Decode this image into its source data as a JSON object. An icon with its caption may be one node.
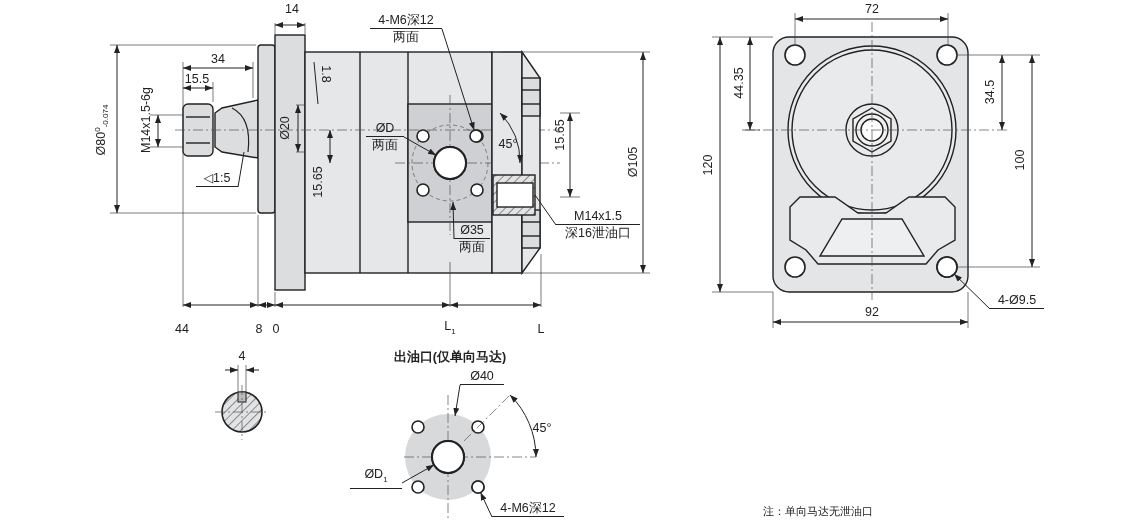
{
  "diagram": {
    "nodes": [
      {
        "text": [
          "4-M6深12",
          "两面"
        ]
      },
      {
        "text": [
          "ØD",
          "两面"
        ]
      },
      {
        "text": [
          "Ø35",
          "两面"
        ]
      },
      {
        "text": [
          "M14x1.5",
          "深16泄油口"
        ]
      },
      {
        "text": [
          "4-Ø9.5"
        ]
      },
      {
        "text": [
          "◁1:5"
        ]
      },
      {
        "text": [
          "Ø40"
        ]
      },
      {
        "text": [
          "ØD$_{1}$"
        ]
      },
      {
        "text": [
          "4-M6深12"
        ]
      },
      {
        "text": [],
        "shape": "circle"
      },
      {
        "text": [],
        "shape": "circle"
      },
      {
        "text": [],
        "shape": "circle"
      },
      {
        "text": [],
        "shape": "circle"
      },
      {
        "text": [],
        "shape": "circle"
      },
      {
        "text": [],
        "shape": "box"
      }
    ],
    "edges": [
      {
        "from": 0,
        "to": 9,
        "arrow": "to"
      },
      {
        "from": 1,
        "to": 10,
        "arrow": "to"
      },
      {
        "from": 2,
        "to": null,
        "arrow": "to"
      },
      {
        "from": 3,
        "to": 14,
        "arrow": "none"
      },
      {
        "from": 4,
        "to": 11,
        "arrow": "to"
      },
      {
        "from": 5,
        "to": null,
        "arrow": "none"
      },
      {
        "from": 6,
        "to": null,
        "arrow": "to"
      },
      {
        "from": 7,
        "to": 12,
        "arrow": "to"
      },
      {
        "from": 8,
        "to": 13,
        "arrow": "to"
      }
    ],
    "labels": [
      "14",
      "72",
      "34",
      "44.35",
      "34.5",
      "15.5",
      "1.8",
      "Ø80$^{0}$$_{-0.074}$",
      "M14x1.5-6g",
      "Ø20",
      "45°",
      "15.65",
      "Ø105",
      "120",
      "100",
      "15.65",
      "92",
      "44",
      "8",
      "0",
      "L$_{1}$",
      "L",
      "4",
      "出油口(仅单向马达)",
      "45°",
      "注：单向马达无泄油口"
    ]
  }
}
